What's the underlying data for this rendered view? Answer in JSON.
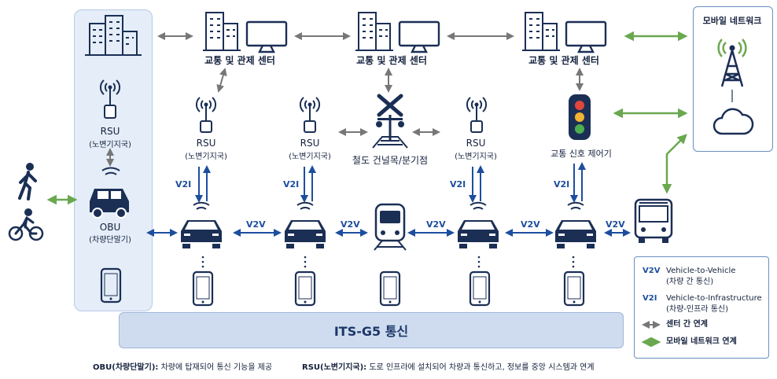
{
  "center_label": "교통 및 관제 센터",
  "rsu": {
    "title": "RSU",
    "sub": "(노변기지국)"
  },
  "obu": {
    "title": "OBU",
    "sub": "(차량단말기)"
  },
  "railway_label": "철도 건널목/분기점",
  "signal_label": "교통 신호 제어기",
  "mobile_network_title": "모바일 네트워크",
  "v2v": "V2V",
  "v2i": "V2I",
  "its_label": "ITS-G5 통신",
  "legend": {
    "v2v_key": "V2V",
    "v2v_line1": "Vehicle-to-Vehicle",
    "v2v_line2": "(차량 간 통신)",
    "v2i_key": "V2I",
    "v2i_line1": "Vehicle-to-Infrastructure",
    "v2i_line2": "(차량-인프라 통신)",
    "center_link": "센터 간 연계",
    "mobile_link": "모바일 네트워크 연계"
  },
  "footer": {
    "obu_term": "OBU(차량단말기):",
    "obu_desc": "차량에 탑재되어 통신 기능을 제공",
    "rsu_term": "RSU(노변기지국):",
    "rsu_desc": "도로 인프라에 설치되어 차량과 통신하고, 정보를 중앙 시스템과 연계"
  },
  "colors": {
    "navy": "#1b2f55",
    "blue_arrow": "#1d4e9e",
    "gray_arrow": "#777777",
    "green_arrow": "#6aa84f",
    "light_panel": "#e4edf8",
    "its_band": "#cfdcf0"
  },
  "icons": [
    "building-icon",
    "monitor-icon",
    "antenna-icon",
    "car-icon",
    "smartphone-icon",
    "train-icon",
    "railway-crossing-icon",
    "traffic-light-icon",
    "bus-icon",
    "cell-tower-icon",
    "cloud-icon",
    "pedestrian-icon",
    "cyclist-icon"
  ]
}
